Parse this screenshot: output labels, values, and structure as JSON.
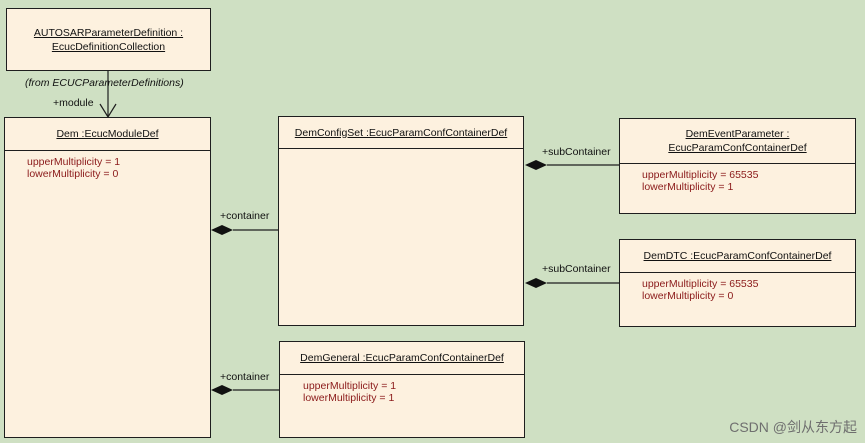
{
  "colors": {
    "background": "#cfe0c3",
    "box_fill": "#fdf1df",
    "attribute_text": "#8b1a1a"
  },
  "autosar_box": {
    "line1": "AUTOSARParameterDefinition :",
    "line2": "EcucDefinitionCollection"
  },
  "from_note": "(from ECUCParameterDefinitions)",
  "module_role": "+module",
  "dem_module": {
    "title": "Dem :EcucModuleDef",
    "upper": "upperMultiplicity = 1",
    "lower": "lowerMultiplicity = 0"
  },
  "config_set": {
    "title": "DemConfigSet :EcucParamConfContainerDef"
  },
  "event_param": {
    "line1": "DemEventParameter :",
    "line2": "EcucParamConfContainerDef",
    "upper": "upperMultiplicity = 65535",
    "lower": "lowerMultiplicity = 1"
  },
  "dtc": {
    "title": "DemDTC :EcucParamConfContainerDef",
    "upper": "upperMultiplicity = 65535",
    "lower": "lowerMultiplicity = 0"
  },
  "general": {
    "title": "DemGeneral :EcucParamConfContainerDef",
    "upper": "upperMultiplicity = 1",
    "lower": "lowerMultiplicity = 1"
  },
  "roles": {
    "container_1": "+container",
    "container_2": "+container",
    "subcontainer_1": "+subContainer",
    "subcontainer_2": "+subContainer"
  },
  "watermark": "CSDN @剑从东方起"
}
